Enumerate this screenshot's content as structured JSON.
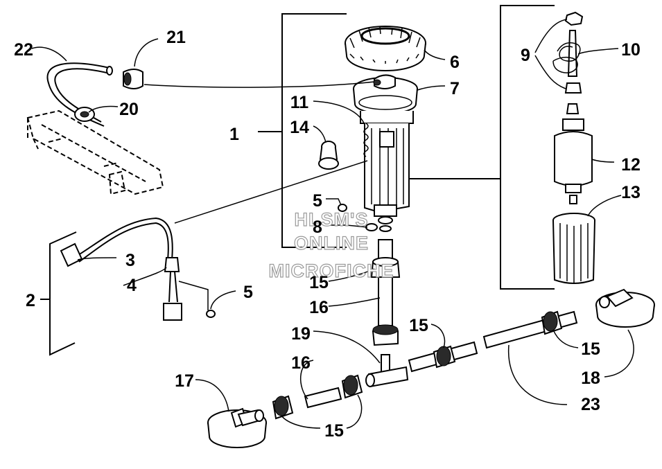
{
  "diagram": {
    "watermark": [
      "HLSM'S",
      "ONLINE",
      "MICROFICHE"
    ],
    "callouts": [
      {
        "id": "c1",
        "text": "1"
      },
      {
        "id": "c2",
        "text": "2"
      },
      {
        "id": "c3",
        "text": "3"
      },
      {
        "id": "c4",
        "text": "4"
      },
      {
        "id": "c5a",
        "text": "5"
      },
      {
        "id": "c5b",
        "text": "5"
      },
      {
        "id": "c6",
        "text": "6"
      },
      {
        "id": "c7",
        "text": "7"
      },
      {
        "id": "c8",
        "text": "8"
      },
      {
        "id": "c9",
        "text": "9"
      },
      {
        "id": "c10",
        "text": "10"
      },
      {
        "id": "c11",
        "text": "11"
      },
      {
        "id": "c12",
        "text": "12"
      },
      {
        "id": "c13",
        "text": "13"
      },
      {
        "id": "c14",
        "text": "14"
      },
      {
        "id": "c15a",
        "text": "15"
      },
      {
        "id": "c15b",
        "text": "15"
      },
      {
        "id": "c15c",
        "text": "15"
      },
      {
        "id": "c15d",
        "text": "15"
      },
      {
        "id": "c16a",
        "text": "16"
      },
      {
        "id": "c16b",
        "text": "16"
      },
      {
        "id": "c17",
        "text": "17"
      },
      {
        "id": "c18",
        "text": "18"
      },
      {
        "id": "c19",
        "text": "19"
      },
      {
        "id": "c20",
        "text": "20"
      },
      {
        "id": "c21",
        "text": "21"
      },
      {
        "id": "c22",
        "text": "22"
      },
      {
        "id": "c23",
        "text": "23"
      }
    ]
  }
}
